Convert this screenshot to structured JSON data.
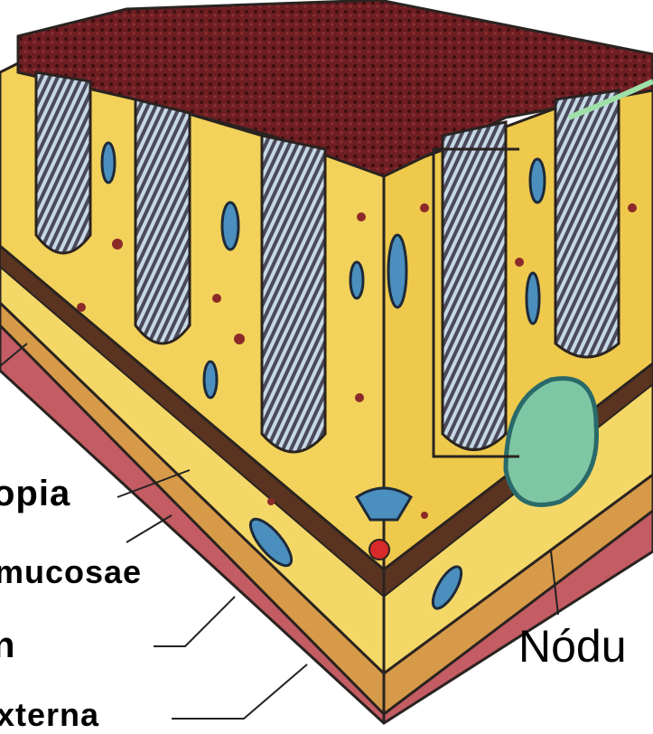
{
  "labels": {
    "lamina_propria": "opia",
    "muscularis_mucosae": "mucosae",
    "submucosa": "n",
    "muscularis_externa": "xterna",
    "lymphoid_nodule": "Nódu"
  },
  "colors": {
    "connective_tissue": "#f2d25a",
    "epithelium_dark": "#6b1c1c",
    "gland_stripes": "#b6c8d8",
    "vessel_blue": "#4a8fbe",
    "muscle_band": "#c88a3a",
    "outer_layer": "#c05a60",
    "nodule_green": "#86c2a0",
    "outline": "#2a2320"
  }
}
